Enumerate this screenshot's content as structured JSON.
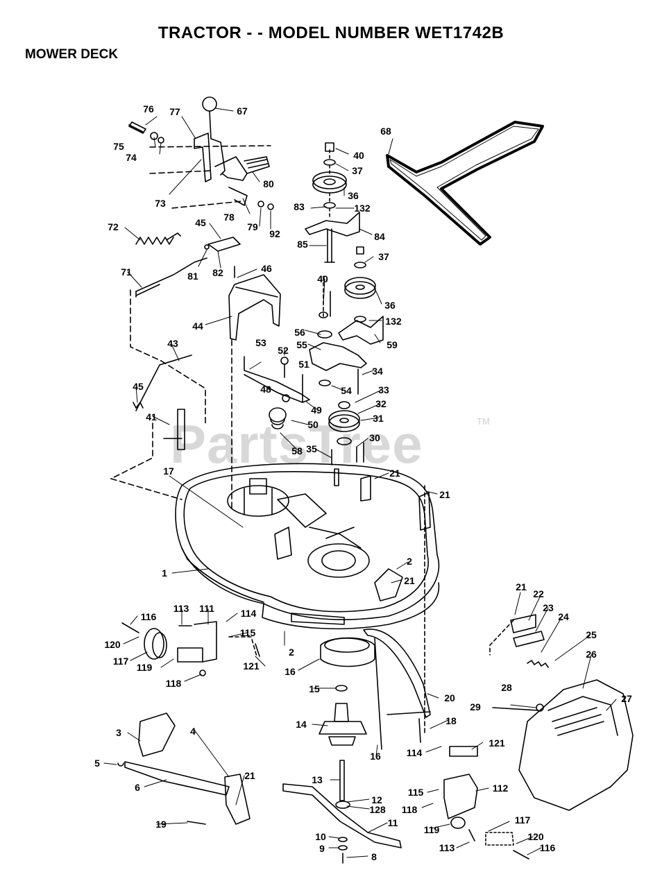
{
  "header": {
    "title": "TRACTOR - - MODEL NUMBER WET1742B",
    "subtitle": "MOWER DECK"
  },
  "watermark": {
    "text": "PartsTree",
    "trademark": "TM"
  },
  "callouts": [
    "76",
    "67",
    "77",
    "75",
    "74",
    "73",
    "80",
    "78",
    "79",
    "92",
    "68",
    "40",
    "37",
    "36",
    "83",
    "132",
    "84",
    "85",
    "72",
    "45",
    "82",
    "81",
    "46",
    "71",
    "37",
    "40",
    "36",
    "132",
    "59",
    "44",
    "56",
    "55",
    "52",
    "53",
    "51",
    "34",
    "43",
    "48",
    "49",
    "54",
    "33",
    "32",
    "50",
    "31",
    "45",
    "41",
    "58",
    "35",
    "30",
    "17",
    "21",
    "21",
    "1",
    "2",
    "21",
    "21",
    "22",
    "23",
    "24",
    "25",
    "26",
    "113",
    "111",
    "114",
    "116",
    "115",
    "120",
    "117",
    "119",
    "121",
    "118",
    "2",
    "16",
    "15",
    "20",
    "14",
    "18",
    "29",
    "28",
    "27",
    "3",
    "4",
    "5",
    "21",
    "6",
    "13",
    "16",
    "114",
    "121",
    "115",
    "112",
    "12",
    "128",
    "118",
    "11",
    "19",
    "119",
    "117",
    "10",
    "9",
    "8",
    "120",
    "113",
    "116"
  ]
}
